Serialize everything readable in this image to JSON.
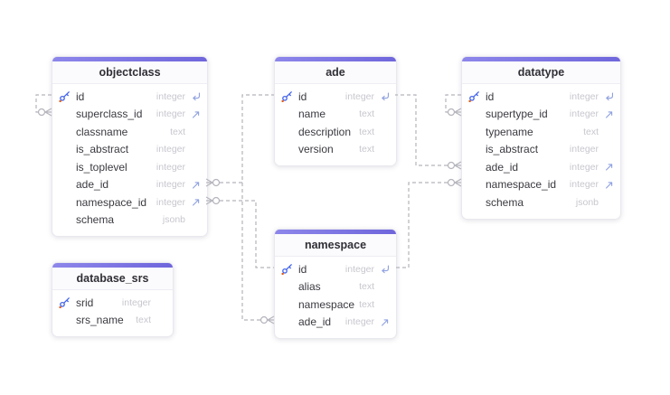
{
  "diagram": {
    "kind": "database-er-diagram"
  },
  "tables": [
    {
      "name": "objectclass",
      "columns": [
        {
          "name": "id",
          "type": "integer",
          "primary_key": true,
          "referenced": true
        },
        {
          "name": "superclass_id",
          "type": "integer",
          "foreign_key": true
        },
        {
          "name": "classname",
          "type": "text"
        },
        {
          "name": "is_abstract",
          "type": "integer"
        },
        {
          "name": "is_toplevel",
          "type": "integer"
        },
        {
          "name": "ade_id",
          "type": "integer",
          "foreign_key": true
        },
        {
          "name": "namespace_id",
          "type": "integer",
          "foreign_key": true
        },
        {
          "name": "schema",
          "type": "jsonb"
        }
      ]
    },
    {
      "name": "ade",
      "columns": [
        {
          "name": "id",
          "type": "integer",
          "primary_key": true,
          "referenced": true
        },
        {
          "name": "name",
          "type": "text"
        },
        {
          "name": "description",
          "type": "text"
        },
        {
          "name": "version",
          "type": "text"
        }
      ]
    },
    {
      "name": "datatype",
      "columns": [
        {
          "name": "id",
          "type": "integer",
          "primary_key": true,
          "referenced": true
        },
        {
          "name": "supertype_id",
          "type": "integer",
          "foreign_key": true
        },
        {
          "name": "typename",
          "type": "text"
        },
        {
          "name": "is_abstract",
          "type": "integer"
        },
        {
          "name": "ade_id",
          "type": "integer",
          "foreign_key": true
        },
        {
          "name": "namespace_id",
          "type": "integer",
          "foreign_key": true
        },
        {
          "name": "schema",
          "type": "jsonb"
        }
      ]
    },
    {
      "name": "namespace",
      "columns": [
        {
          "name": "id",
          "type": "integer",
          "primary_key": true,
          "referenced": true
        },
        {
          "name": "alias",
          "type": "text"
        },
        {
          "name": "namespace",
          "type": "text"
        },
        {
          "name": "ade_id",
          "type": "integer",
          "foreign_key": true
        }
      ]
    },
    {
      "name": "database_srs",
      "columns": [
        {
          "name": "srid",
          "type": "integer",
          "primary_key": true
        },
        {
          "name": "srs_name",
          "type": "text"
        }
      ]
    }
  ],
  "relationships": [
    {
      "from": "objectclass.superclass_id",
      "to": "objectclass.id"
    },
    {
      "from": "objectclass.ade_id",
      "to": "ade.id"
    },
    {
      "from": "objectclass.namespace_id",
      "to": "namespace.id"
    },
    {
      "from": "namespace.ade_id",
      "to": "ade.id"
    },
    {
      "from": "datatype.supertype_id",
      "to": "datatype.id"
    },
    {
      "from": "datatype.ade_id",
      "to": "ade.id"
    },
    {
      "from": "datatype.namespace_id",
      "to": "namespace.id"
    }
  ],
  "icons": {
    "primary_key": "key",
    "foreign_key": "arrow-up-right",
    "incoming_ref": "hook-left-arrow",
    "many_end": "crow-foot-with-circle"
  },
  "colors": {
    "accent_bar": "#7a72e0",
    "pk_icon": "#4263eb",
    "fk_icon": "#8ea0e0",
    "required_dot": "#e8590c",
    "relationship_line": "#b4b4bc",
    "column_text": "#3a3a41",
    "type_text": "#c7c7cf",
    "header_text": "#2f2f36",
    "background": "#ffffff"
  }
}
